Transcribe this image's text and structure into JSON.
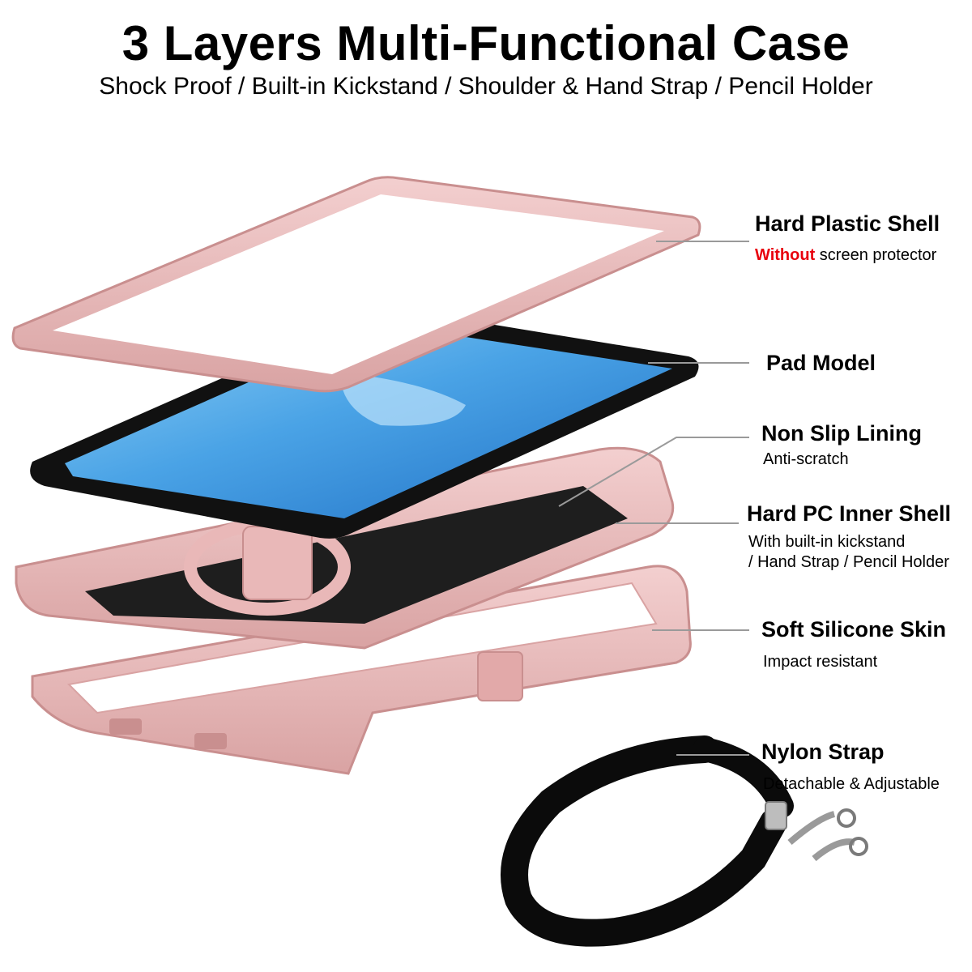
{
  "header": {
    "title": "3 Layers Multi-Functional Case",
    "subtitle": "Shock Proof / Built-in Kickstand / Shoulder & Hand Strap / Pencil Holder"
  },
  "labels": {
    "hard_plastic_shell": {
      "title": "Hard Plastic Shell",
      "desc_highlight": "Without",
      "desc_rest": " screen protector"
    },
    "pad_model": {
      "title": "Pad Model"
    },
    "non_slip_lining": {
      "title": "Non Slip Lining",
      "desc": "Anti-scratch"
    },
    "hard_pc_inner_shell": {
      "title": "Hard PC Inner Shell",
      "desc_line1": "With built-in kickstand",
      "desc_line2": "/ Hand Strap / Pencil Holder"
    },
    "soft_silicone_skin": {
      "title": "Soft Silicone Skin",
      "desc": "Impact resistant"
    },
    "nylon_strap": {
      "title": "Nylon Strap",
      "desc": "Detachable & Adjustable"
    }
  },
  "colors": {
    "shell_pink": "#e9b8b8",
    "shell_pink_dark": "#c98f8f",
    "screen_blue": "#4aa3e6",
    "tablet_black": "#111111",
    "lining_black": "#1e1e1e",
    "strap_black": "#0b0b0b",
    "highlight_red": "#e8000d",
    "leader_line": "#9a9a9a"
  }
}
